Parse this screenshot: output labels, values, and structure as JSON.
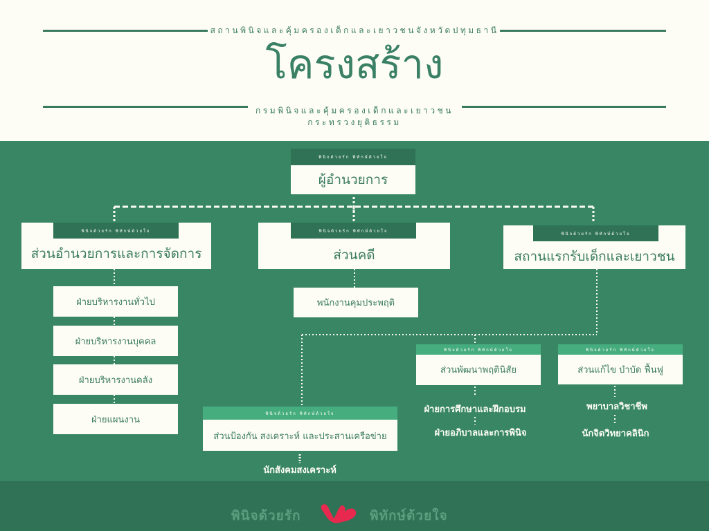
{
  "header": {
    "overline": "สถานพินิจและคุ้มครองเด็กและเยาวชนจังหวัดปทุมธานี",
    "title": "โครงสร้าง",
    "sub_line1": "กรมพินิจและคุ้มครองเด็กและเยาวชน",
    "sub_line2": "กระทรวงยุติธรรม"
  },
  "tag_text": "พินิจด้วยรัก พิทักษ์ด้วยใจ",
  "org": {
    "director": "ผู้อำนวยการ",
    "admin": "ส่วนอำนวยการและการจัดการ",
    "case": "ส่วนคดี",
    "shelter": "สถานแรกรับเด็กและเยาวชน",
    "admin_units": [
      "ฝ่ายบริหารงานทั่วไป",
      "ฝ่ายบริหารงานบุคคล",
      "ฝ่ายบริหารงานคลัง",
      "ฝ่ายแผนงาน"
    ],
    "case_unit": "พนักงานคุมประพฤติ",
    "prevention": "ส่วนป้องกัน สงเคราะห์ และประสานเครือข่าย",
    "prevention_unit": "นักสังคมสงเคราะห์",
    "behavior": "ส่วนพัฒนาพฤตินิสัย",
    "behavior_units": [
      "ฝ่ายการศึกษาและฝึกอบรม",
      "ฝ่ายอภิบาลและการพินิจ"
    ],
    "rehab": "ส่วนแก้ไข บำบัด ฟื้นฟู",
    "rehab_units": [
      "พยาบาลวิชาชีพ",
      "นักจิตวิทยาคลินิก"
    ]
  },
  "footer": {
    "left": "พินิจด้วยรัก",
    "right": "พิทักษ์ด้วยใจ"
  },
  "colors": {
    "cream": "#fdfdf6",
    "green": "#388664",
    "dark_green": "#2f7255",
    "light_green": "#46ad7f",
    "heart": "#e8294f"
  }
}
